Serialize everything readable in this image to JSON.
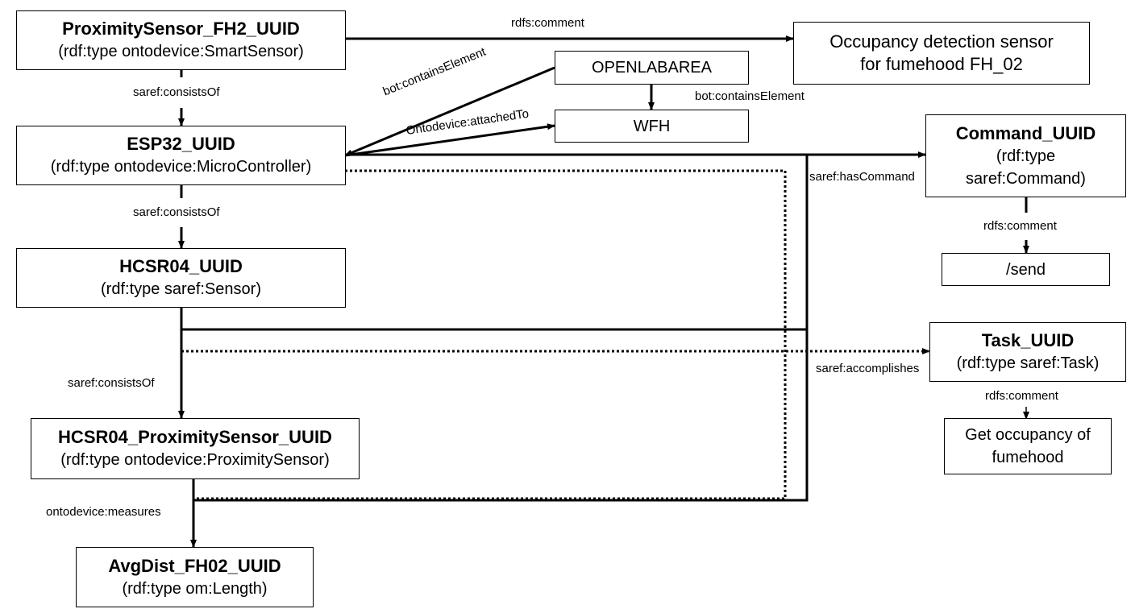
{
  "nodes": {
    "proximity_sensor": {
      "title": "ProximitySensor_FH2_UUID",
      "type": "(rdf:type ontodevice:SmartSensor)"
    },
    "esp32": {
      "title": "ESP32_UUID",
      "type": "(rdf:type ontodevice:MicroController)"
    },
    "hcsr04": {
      "title": "HCSR04_UUID",
      "type": "(rdf:type saref:Sensor)"
    },
    "hcsr04_prox": {
      "title": "HCSR04_ProximitySensor_UUID",
      "type": "(rdf:type ontodevice:ProximitySensor)"
    },
    "avgdist": {
      "title": "AvgDist_FH02_UUID",
      "type": "(rdf:type om:Length)"
    },
    "occupancy_comment": {
      "line1": "Occupancy detection sensor",
      "line2": "for fumehood FH_02"
    },
    "openlabarea": {
      "text": "OPENLABAREA"
    },
    "wfh": {
      "text": "WFH"
    },
    "command": {
      "title": "Command_UUID",
      "type_line1": "(rdf:type",
      "type_line2": "saref:Command)"
    },
    "send": {
      "text": "/send"
    },
    "task": {
      "title": "Task_UUID",
      "type": "(rdf:type saref:Task)"
    },
    "get_occupancy": {
      "line1": "Get occupancy of",
      "line2": "fumehood"
    }
  },
  "edges": {
    "rdfs_comment_top": "rdfs:comment",
    "consists_of_1": "saref:consistsOf",
    "consists_of_2": "saref:consistsOf",
    "consists_of_3": "saref:consistsOf",
    "bot_contains_element_diag": "bot:containsElement",
    "attached_to": "Ontodevice:attachedTo",
    "bot_contains_element_vert": "bot:containsElement",
    "has_command": "saref:hasCommand",
    "rdfs_comment_command": "rdfs:comment",
    "accomplishes": "saref:accomplishes",
    "rdfs_comment_task": "rdfs:comment",
    "measures": "ontodevice:measures"
  }
}
